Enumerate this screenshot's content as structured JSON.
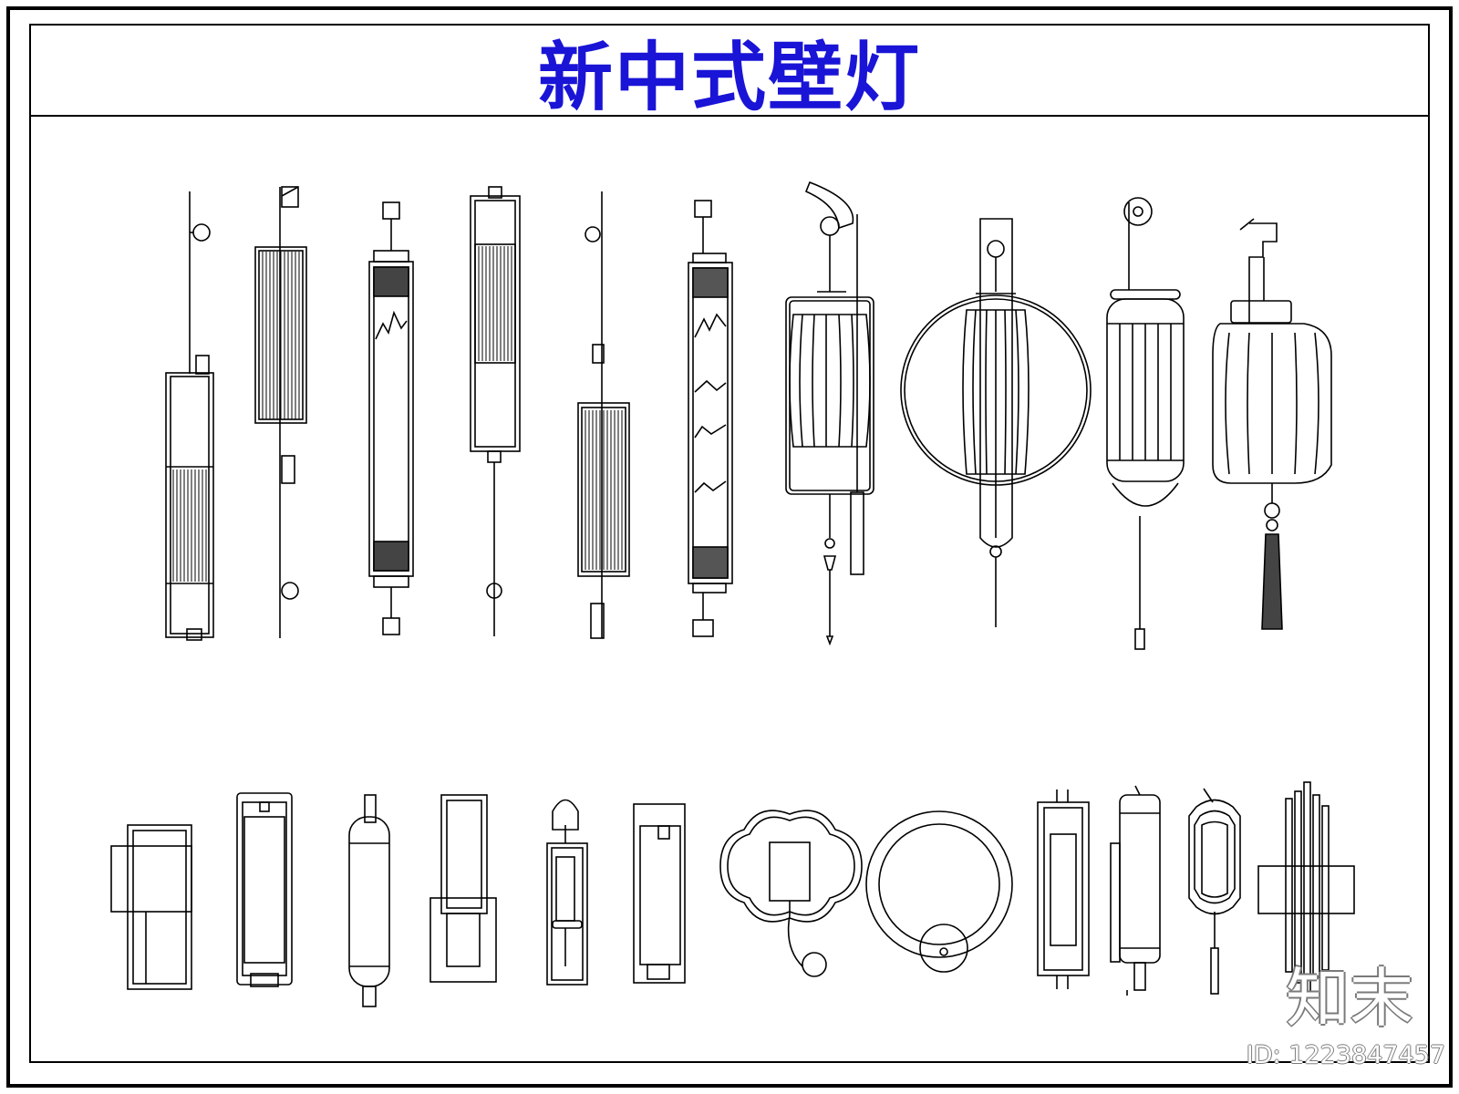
{
  "title": "新中式壁灯",
  "brand": "知末",
  "image_id": "ID: 1223847457",
  "colors": {
    "title": "#1a14d6",
    "line": "#000000",
    "watermark": "#d8d8d8"
  }
}
